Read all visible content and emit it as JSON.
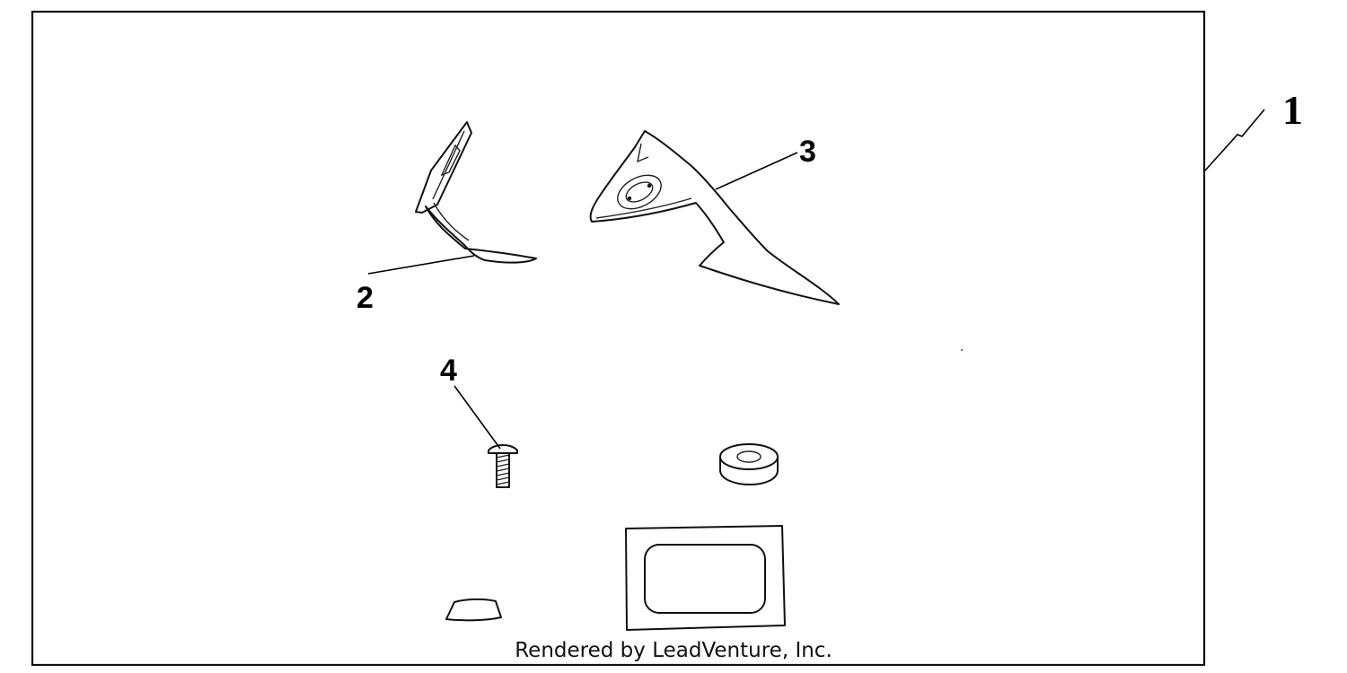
{
  "callouts": {
    "kit": "1",
    "part_left_deflector": "2",
    "part_right_deflector": "3",
    "part_screw": "4"
  },
  "footer": {
    "credit": "Rendered by LeadVenture, Inc."
  },
  "colors": {
    "line": "#111111",
    "background": "#ffffff"
  }
}
